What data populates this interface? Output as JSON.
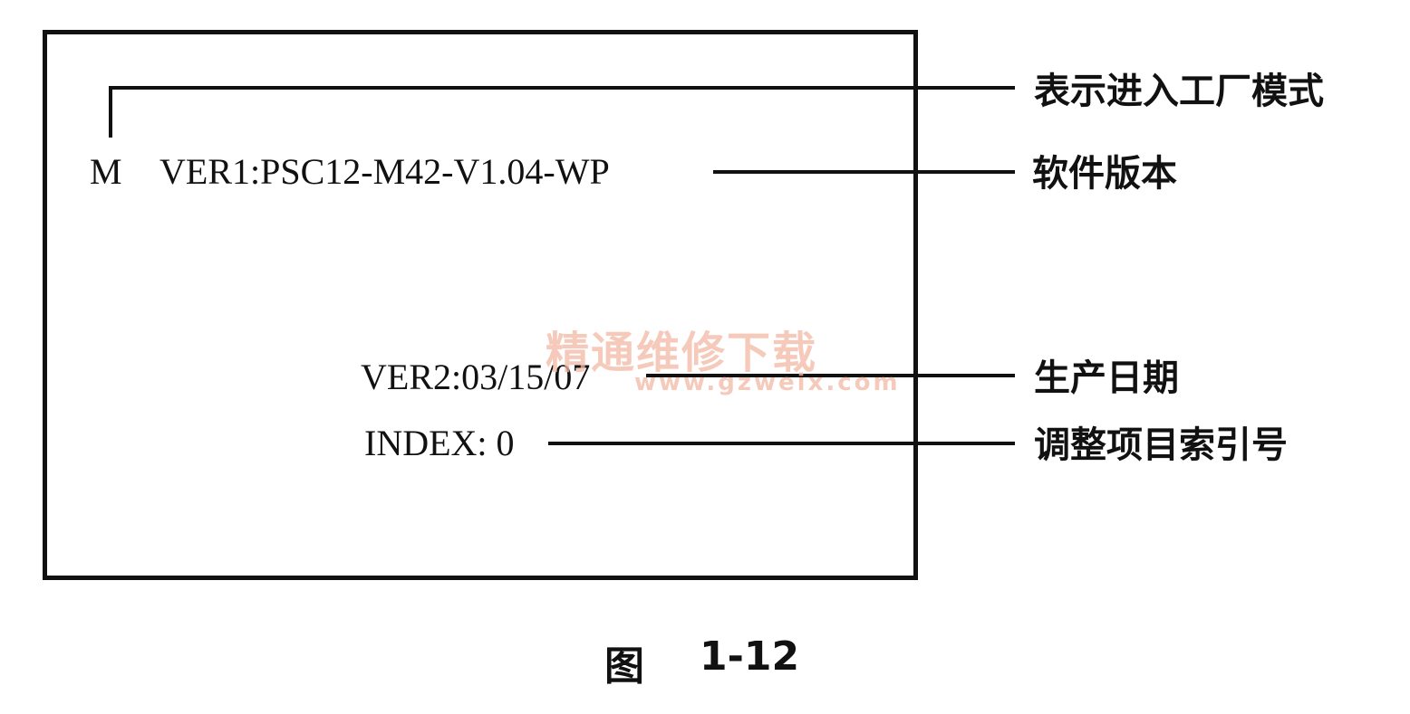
{
  "screen": {
    "mode_flag": "M",
    "ver1": "VER1:PSC12-M42-V1.04-WP",
    "ver2": "VER2:03/15/07",
    "index": "INDEX: 0"
  },
  "callouts": {
    "factory_mode": "表示进入工厂模式",
    "software_version": "软件版本",
    "production_date": "生产日期",
    "adjust_index": "调整项目索引号"
  },
  "caption": {
    "figure_label": "图",
    "figure_number": "1-12"
  },
  "watermark": {
    "text": "精通维修下载",
    "url": "www.gzweix.com"
  },
  "colors": {
    "ink": "#111111",
    "watermark": "#f3b9a5"
  }
}
